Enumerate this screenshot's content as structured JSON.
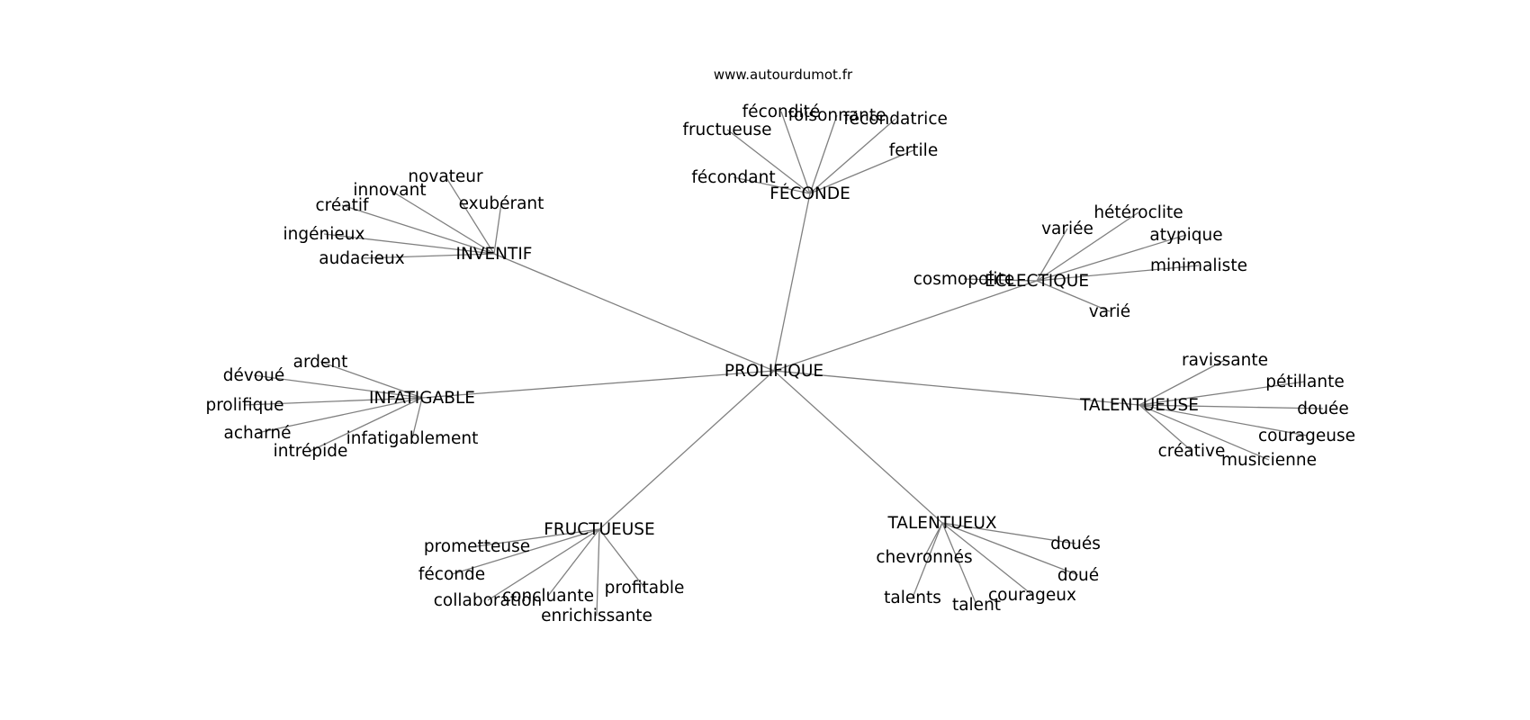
{
  "site": "www.autourdumot.fr",
  "center": {
    "label": "PROLIFIQUE"
  },
  "groups": [
    {
      "label": "FÉCONDE",
      "words": [
        "fécondité",
        "foisonnante",
        "fructueuse",
        "fécondatrice",
        "fertile",
        "fécondant"
      ]
    },
    {
      "label": "INVENTIF",
      "words": [
        "novateur",
        "innovant",
        "exubérant",
        "créatif",
        "ingénieux",
        "audacieux"
      ]
    },
    {
      "label": "ÉCLECTIQUE",
      "words": [
        "hétéroclite",
        "variée",
        "atypique",
        "minimaliste",
        "cosmopolite",
        "varié"
      ]
    },
    {
      "label": "INFATIGABLE",
      "words": [
        "ardent",
        "dévoué",
        "prolifique",
        "acharné",
        "intrépide",
        "infatigablement"
      ]
    },
    {
      "label": "TALENTUEUSE",
      "words": [
        "ravissante",
        "pétillante",
        "douée",
        "courageuse",
        "créative",
        "musicienne"
      ]
    },
    {
      "label": "FRUCTUEUSE",
      "words": [
        "prometteuse",
        "féconde",
        "concluante",
        "profitable",
        "collaboration",
        "enrichissante"
      ]
    },
    {
      "label": "TALENTUEUX",
      "words": [
        "doués",
        "chevronnés",
        "doué",
        "courageux",
        "talents",
        "talent"
      ]
    }
  ]
}
